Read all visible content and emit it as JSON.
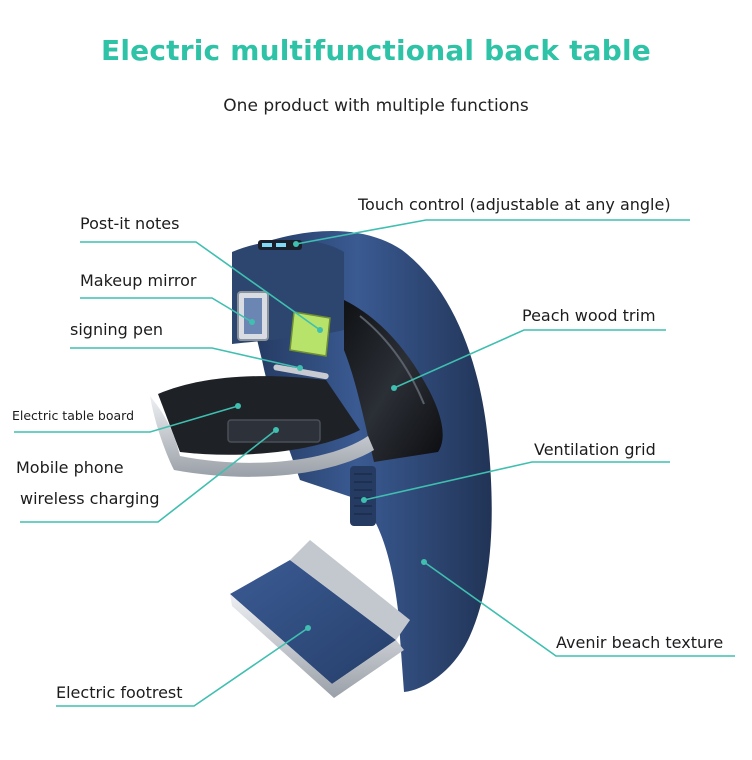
{
  "header": {
    "title": "Electric multifunctional back table",
    "subtitle": "One product with multiple functions"
  },
  "callouts": {
    "touch_control": "Touch control (adjustable at any angle)",
    "post_it_notes": "Post-it notes",
    "makeup_mirror": "Makeup mirror",
    "signing_pen": "signing pen",
    "peach_wood_trim": "Peach wood trim",
    "electric_table_board": "Electric table board",
    "mobile_phone": "Mobile phone",
    "wireless_charging": "wireless charging",
    "ventilation_grid": "Ventilation grid",
    "avenir_beach_texture": "Avenir beach texture",
    "electric_footrest": "Electric footrest"
  },
  "colors": {
    "accent": "#2ec2a6",
    "leader_line": "#3fbfb0",
    "body_blue": "#2e4a7d",
    "trim_silver": "#c9cdd3",
    "panel_dark": "#1c1f24"
  }
}
